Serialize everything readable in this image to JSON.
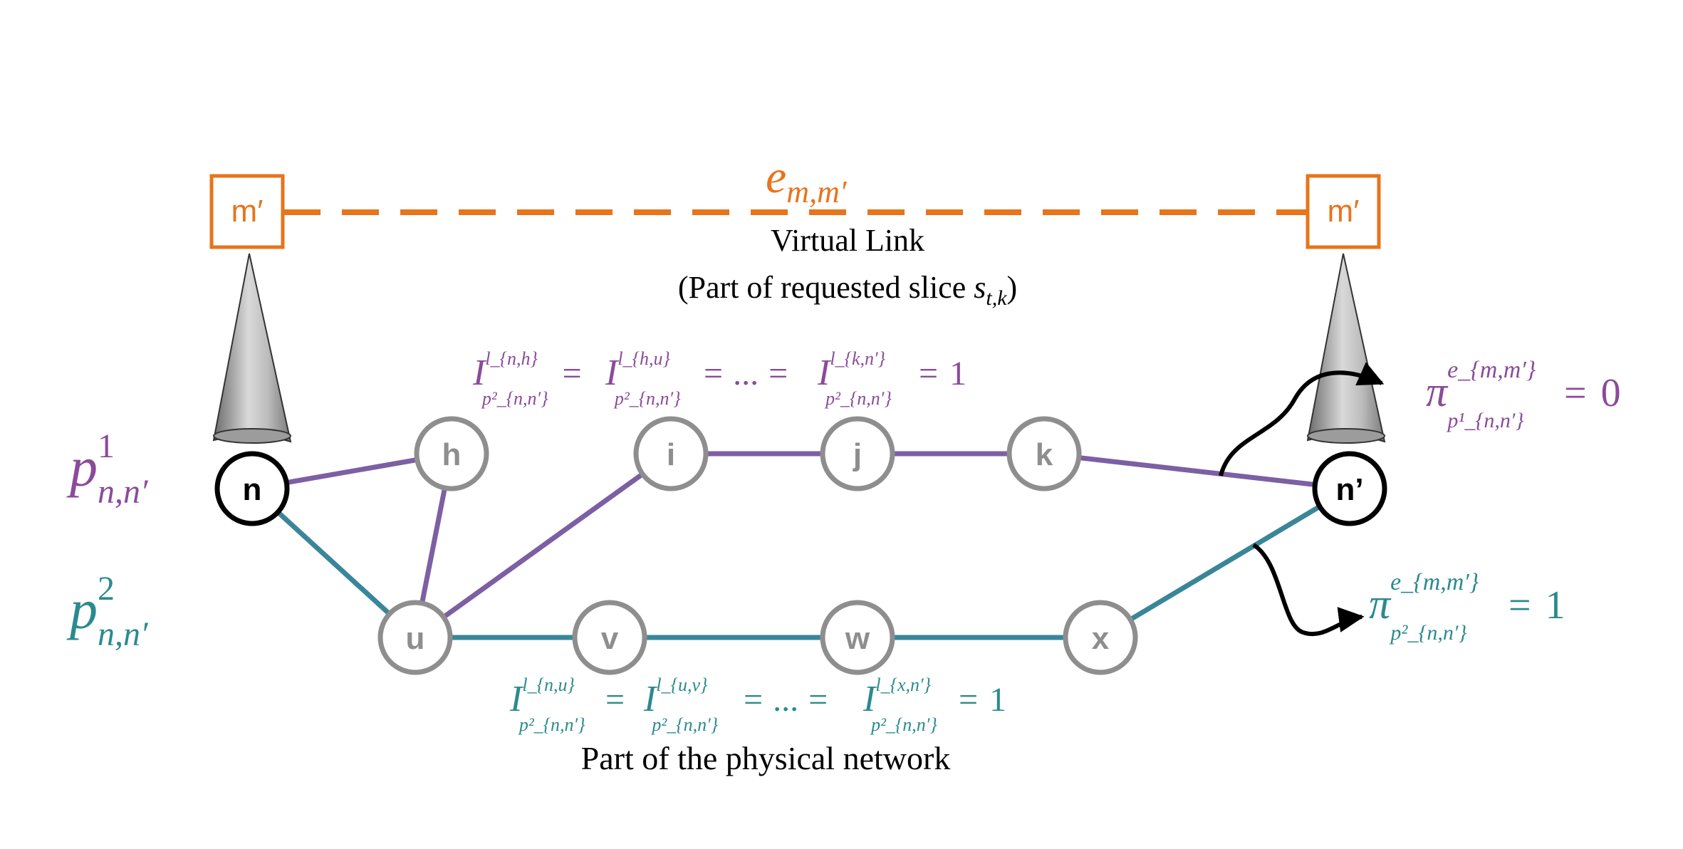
{
  "colors": {
    "purple": "#8a4b9a",
    "teal": "#2b8a8e",
    "path1_edge": "#7d5fa3",
    "path2_edge": "#3a8699",
    "virtual": "#e8741c",
    "node_gray": "#8e8e8e",
    "black": "#000000"
  },
  "virtual_link": {
    "node_left_label": "m′",
    "node_right_label": "m′",
    "edge_symbol": "e",
    "edge_subscript": "m,m′",
    "title": "Virtual Link",
    "subtitle_prefix": "(Part of requested slice ",
    "subtitle_symbol": "s",
    "subtitle_subscript": "t,k",
    "subtitle_suffix": ")"
  },
  "paths": {
    "p1": {
      "symbol": "p",
      "sup": "1",
      "sub": "n,n′"
    },
    "p2": {
      "symbol": "p",
      "sup": "2",
      "sub": "n,n′"
    }
  },
  "nodes": {
    "n": "n",
    "n_prime": "n’",
    "h": "h",
    "i": "i",
    "j": "j",
    "k": "k",
    "u": "u",
    "v": "v",
    "w": "w",
    "x": "x"
  },
  "equations": {
    "path1_indicators": {
      "terms": [
        {
          "sup": "l_{n,h}",
          "sub": "p²_{n,n′}"
        },
        {
          "sup": "l_{h,u}",
          "sub": "p²_{n,n′}"
        },
        {
          "sup": "l_{k,n′}",
          "sub": "p²_{n,n′}"
        }
      ],
      "base": "I",
      "ellipsis": "...",
      "equals": "=",
      "value": "1"
    },
    "path2_indicators": {
      "terms": [
        {
          "sup": "l_{n,u}",
          "sub": "p²_{n,n′}"
        },
        {
          "sup": "l_{u,v}",
          "sub": "p²_{n,n′}"
        },
        {
          "sup": "l_{x,n′}",
          "sub": "p²_{n,n′}"
        }
      ],
      "base": "I",
      "ellipsis": "...",
      "equals": "=",
      "value": "1"
    },
    "pi1": {
      "base": "π",
      "sup": "e_{m,m′}",
      "sub": "p¹_{n,n′}",
      "value": "0"
    },
    "pi2": {
      "base": "π",
      "sup": "e_{m,m′}",
      "sub": "p²_{n,n′}",
      "value": "1"
    }
  },
  "physical_network_caption": "Part of the physical network"
}
